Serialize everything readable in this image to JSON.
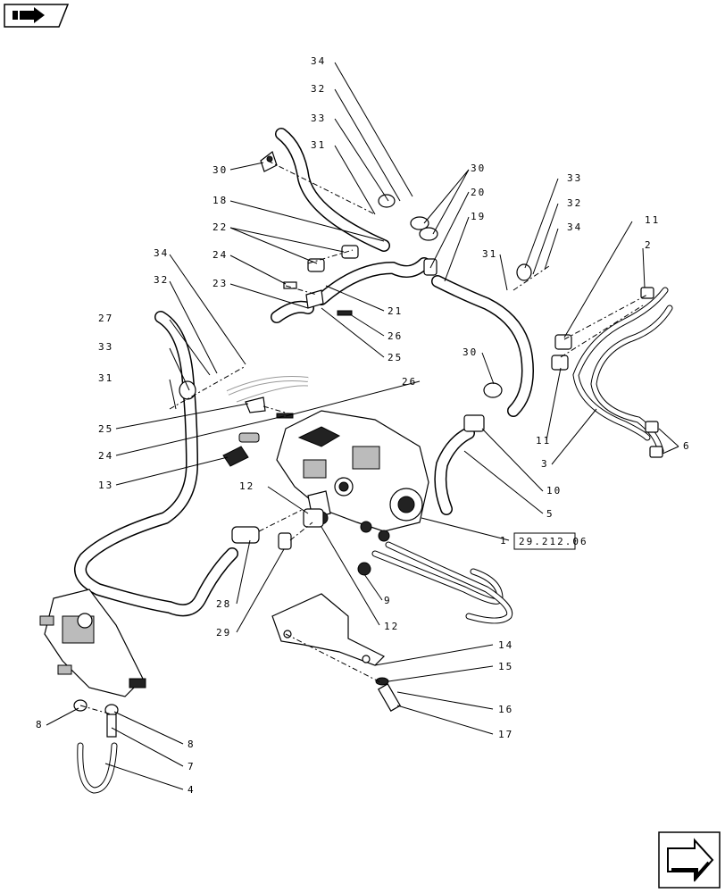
{
  "reference": "29.212.06",
  "callouts": [
    {
      "id": "c34a",
      "text": "34"
    },
    {
      "id": "c32a",
      "text": "32"
    },
    {
      "id": "c33a",
      "text": "33"
    },
    {
      "id": "c31a",
      "text": "31"
    },
    {
      "id": "c30a",
      "text": "30"
    },
    {
      "id": "c18",
      "text": "18"
    },
    {
      "id": "c22",
      "text": "22"
    },
    {
      "id": "c24a",
      "text": "24"
    },
    {
      "id": "c23",
      "text": "23"
    },
    {
      "id": "c30b",
      "text": "30"
    },
    {
      "id": "c20",
      "text": "20"
    },
    {
      "id": "c19",
      "text": "19"
    },
    {
      "id": "c21",
      "text": "21"
    },
    {
      "id": "c26a",
      "text": "26"
    },
    {
      "id": "c25a",
      "text": "25"
    },
    {
      "id": "c34b",
      "text": "34"
    },
    {
      "id": "c32b",
      "text": "32"
    },
    {
      "id": "c27",
      "text": "27"
    },
    {
      "id": "c33b",
      "text": "33"
    },
    {
      "id": "c31b",
      "text": "31"
    },
    {
      "id": "c25b",
      "text": "25"
    },
    {
      "id": "c24b",
      "text": "24"
    },
    {
      "id": "c13",
      "text": "13"
    },
    {
      "id": "c26b",
      "text": "26"
    },
    {
      "id": "c30c",
      "text": "30"
    },
    {
      "id": "c33c",
      "text": "33"
    },
    {
      "id": "c32c",
      "text": "32"
    },
    {
      "id": "c34c",
      "text": "34"
    },
    {
      "id": "c31c",
      "text": "31"
    },
    {
      "id": "c11a",
      "text": "11"
    },
    {
      "id": "c2",
      "text": "2"
    },
    {
      "id": "c11b",
      "text": "11"
    },
    {
      "id": "c3",
      "text": "3"
    },
    {
      "id": "c6",
      "text": "6"
    },
    {
      "id": "c10",
      "text": "10"
    },
    {
      "id": "c5",
      "text": "5"
    },
    {
      "id": "c1",
      "text": "1"
    },
    {
      "id": "c12a",
      "text": "12"
    },
    {
      "id": "c12b",
      "text": "12"
    },
    {
      "id": "c9",
      "text": "9"
    },
    {
      "id": "c28",
      "text": "28"
    },
    {
      "id": "c29",
      "text": "29"
    },
    {
      "id": "c14",
      "text": "14"
    },
    {
      "id": "c15",
      "text": "15"
    },
    {
      "id": "c16",
      "text": "16"
    },
    {
      "id": "c17",
      "text": "17"
    },
    {
      "id": "c8a",
      "text": "8"
    },
    {
      "id": "c8b",
      "text": "8"
    },
    {
      "id": "c7",
      "text": "7"
    },
    {
      "id": "c4",
      "text": "4"
    }
  ],
  "icons": {
    "top_left": "book-page-icon",
    "bottom_right": "next-page-arrow-icon"
  }
}
